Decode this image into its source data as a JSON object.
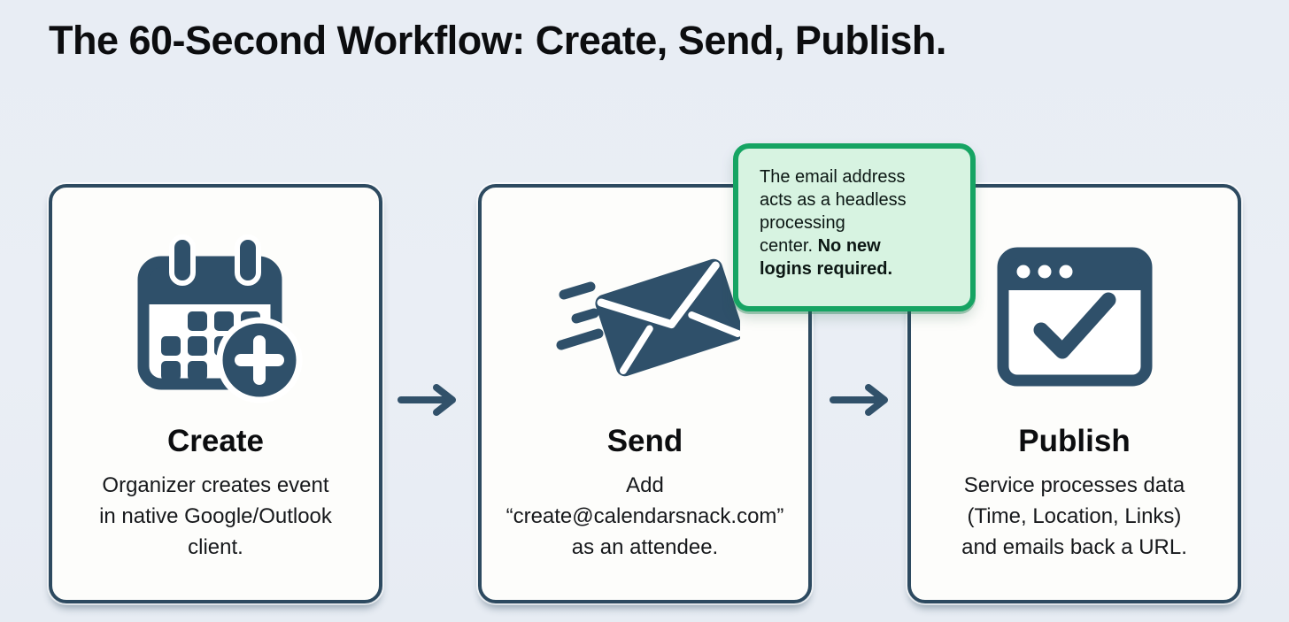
{
  "header": {
    "title": "The 60-Second Workflow: Create, Send, Publish."
  },
  "steps": [
    {
      "id": "create",
      "icon": "calendar-add-icon",
      "title": "Create",
      "description": "Organizer creates event\nin native Google/Outlook\nclient."
    },
    {
      "id": "send",
      "icon": "envelope-send-icon",
      "title": "Send",
      "description": "Add\n“create@calendarsnack.com”\nas an attendee."
    },
    {
      "id": "publish",
      "icon": "browser-check-icon",
      "title": "Publish",
      "description": "Service processes data\n(Time, Location, Links)\nand emails back a URL."
    }
  ],
  "connectors": [
    {
      "icon": "arrow-right-icon"
    },
    {
      "icon": "arrow-right-icon"
    }
  ],
  "tooltip": {
    "text_normal": "The email address\nacts as a headless\nprocessing\ncenter. ",
    "text_bold": "No new\nlogins required."
  },
  "colors": {
    "background": "#e9edf4",
    "card_fill": "#fdfdfb",
    "ink_dark_slate": "#2d4a60",
    "icon_slate": "#2f506a",
    "tooltip_fill": "#d7f3e1",
    "tooltip_border": "#16a463",
    "text": "#0c0d0f"
  }
}
